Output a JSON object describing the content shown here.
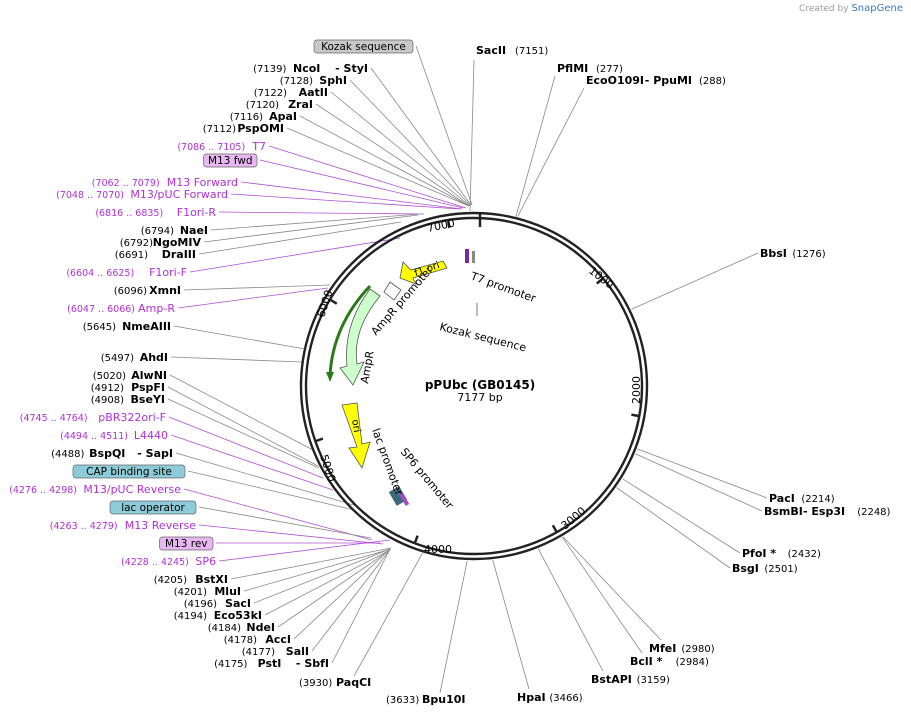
{
  "credit": {
    "prefix": "Created by",
    "brand": "SnapGene"
  },
  "plasmid": {
    "name": "pPUbc  (GB0145)",
    "size": "7177 bp"
  },
  "ticks": [
    {
      "label": "1000",
      "bp": 1000
    },
    {
      "label": "2000",
      "bp": 2000
    },
    {
      "label": "3000",
      "bp": 3000
    },
    {
      "label": "4000",
      "bp": 4000
    },
    {
      "label": "5000",
      "bp": 5000
    },
    {
      "label": "6000",
      "bp": 6000
    },
    {
      "label": "7000",
      "bp": 7000
    }
  ],
  "right_labels": [
    {
      "id": "sacii",
      "name": "SacII",
      "pos": "(7151)",
      "bp": 7151
    },
    {
      "id": "pflmi",
      "name": "PflMI",
      "pos": "(277)",
      "bp": 277
    },
    {
      "id": "eco109",
      "name": "EcoO109I",
      "suffix": "- PpuMI",
      "pos": "(288)",
      "bp": 288
    },
    {
      "id": "bbsi",
      "name": "BbsI",
      "pos": "(1276)",
      "bp": 1276
    },
    {
      "id": "paci",
      "name": "PacI",
      "pos": "(2214)",
      "bp": 2214
    },
    {
      "id": "bsmbi",
      "name": "BsmBI",
      "suffix": "- Esp3I",
      "pos": "(2248)",
      "bp": 2248
    },
    {
      "id": "pfoi",
      "name": "PfoI *",
      "pos": "(2432)",
      "bp": 2432
    },
    {
      "id": "bsgi",
      "name": "BsgI",
      "pos": "(2501)",
      "bp": 2501
    },
    {
      "id": "mfei",
      "name": "MfeI",
      "pos": "(2980)",
      "bp": 2980
    },
    {
      "id": "bcli",
      "name": "BclI *",
      "pos": "(2984)",
      "bp": 2984
    },
    {
      "id": "bstapi",
      "name": "BstAPI",
      "pos": "(3159)",
      "bp": 3159
    },
    {
      "id": "hpai",
      "name": "HpaI",
      "pos": "(3466)",
      "bp": 3466
    },
    {
      "id": "bpu10i",
      "name": "Bpu10I",
      "pos": "(3633)",
      "bp": 3633
    },
    {
      "id": "paqci",
      "name": "PaqCI",
      "pos": "(3930)",
      "bp": 3930
    }
  ],
  "left_labels": [
    {
      "id": "kozak-box",
      "box": "Kozak sequence",
      "bp": 7160
    },
    {
      "id": "ncoi",
      "name": "NcoI",
      "suffix": "- StyI",
      "pos": "(7139)",
      "bp": 7139
    },
    {
      "id": "sphi",
      "name": "SphI",
      "pos": "(7128)",
      "bp": 7128
    },
    {
      "id": "aatii",
      "name": "AatII",
      "pos": "(7122)",
      "bp": 7122
    },
    {
      "id": "zrai",
      "name": "ZraI",
      "pos": "(7120)",
      "bp": 7120
    },
    {
      "id": "apai",
      "name": "ApaI",
      "pos": "(7116)",
      "bp": 7116
    },
    {
      "id": "pspomi",
      "name": "PspOMI",
      "pos": "(7112)",
      "bp": 7112
    },
    {
      "id": "t7",
      "feat": "T7",
      "pos": "(7086 .. 7105)",
      "bp": 7095
    },
    {
      "id": "m13fwd",
      "boxp": "M13 fwd",
      "bp": 7070
    },
    {
      "id": "m13forward",
      "feat": "M13 Forward",
      "pos": "(7062 .. 7079)",
      "bp": 7070
    },
    {
      "id": "m13puc",
      "feat": "M13/pUC Forward",
      "pos": "(7048 .. 7070)",
      "bp": 7059
    },
    {
      "id": "f1orir",
      "feat": "F1ori-R",
      "pos": "(6816 .. 6835)",
      "bp": 6825
    },
    {
      "id": "naei",
      "name": "NaeI",
      "pos": "(6794)",
      "bp": 6794
    },
    {
      "id": "ngomiv",
      "name": "NgoMIV",
      "pos": "(6792)",
      "bp": 6792
    },
    {
      "id": "draiii",
      "name": "DraIII",
      "pos": "(6691)",
      "bp": 6691
    },
    {
      "id": "f1orif",
      "feat": "F1ori-F",
      "pos": "(6604 .. 6625)",
      "bp": 6614
    },
    {
      "id": "xmni",
      "name": "XmnI",
      "pos": "(6096)",
      "bp": 6096
    },
    {
      "id": "ampr",
      "feat": "Amp-R",
      "pos": "(6047 .. 6066)",
      "bp": 6056
    },
    {
      "id": "nmeaiii",
      "name": "NmeAIII",
      "pos": "(5645)",
      "bp": 5645
    },
    {
      "id": "ahdi",
      "name": "AhdI",
      "pos": "(5497)",
      "bp": 5497
    },
    {
      "id": "alwni",
      "name": "AlwNI",
      "pos": "(5020)",
      "bp": 5020
    },
    {
      "id": "pspfi",
      "name": "PspFI",
      "pos": "(4912)",
      "bp": 4912
    },
    {
      "id": "bseyi",
      "name": "BseYI",
      "pos": "(4908)",
      "bp": 4908
    },
    {
      "id": "pbr322",
      "feat": "pBR322ori-F",
      "pos": "(4745 .. 4764)",
      "bp": 4754
    },
    {
      "id": "l4440",
      "feat": "L4440",
      "pos": "(4494 .. 4511)",
      "bp": 4502
    },
    {
      "id": "bspqi",
      "name": "BspQI",
      "suffix": "- SapI",
      "pos": "(4488)",
      "bp": 4488
    },
    {
      "id": "cap",
      "boxb": "CAP binding site",
      "bp": 4450
    },
    {
      "id": "m13pucrev",
      "feat": "M13/pUC Reverse",
      "pos": "(4276 .. 4298)",
      "bp": 4287
    },
    {
      "id": "lacop",
      "boxb": "lac operator",
      "bp": 4300
    },
    {
      "id": "m13reverse",
      "feat": "M13 Reverse",
      "pos": "(4263 .. 4279)",
      "bp": 4271
    },
    {
      "id": "m13rev",
      "boxp": "M13 rev",
      "bp": 4271
    },
    {
      "id": "sp6",
      "feat": "SP6",
      "pos": "(4228 .. 4245)",
      "bp": 4236
    },
    {
      "id": "bstxi",
      "name": "BstXI",
      "pos": "(4205)",
      "bp": 4205
    },
    {
      "id": "mlui",
      "name": "MluI",
      "pos": "(4201)",
      "bp": 4201
    },
    {
      "id": "saci",
      "name": "SacI",
      "pos": "(4196)",
      "bp": 4196
    },
    {
      "id": "eco53ki",
      "name": "Eco53kI",
      "pos": "(4194)",
      "bp": 4194
    },
    {
      "id": "ndei",
      "name": "NdeI",
      "pos": "(4184)",
      "bp": 4184
    },
    {
      "id": "acci",
      "name": "AccI",
      "pos": "(4178)",
      "bp": 4178
    },
    {
      "id": "sali",
      "name": "SalI",
      "pos": "(4177)",
      "bp": 4177
    },
    {
      "id": "psti",
      "name": "PstI",
      "suffix": "- SbfI",
      "pos": "(4175)",
      "bp": 4175
    }
  ],
  "inner_labels": {
    "t7p": "T7 promoter",
    "kozak": "Kozak sequence",
    "amprp": "AmpR promoter",
    "ampr": "AmpR",
    "f1ori": "f1 ori",
    "ori": "ori",
    "lacp": "lac promoter",
    "sp6p": "SP6 promoter"
  },
  "colors": {
    "feature": "#b030d8",
    "yellow": "#ffff00",
    "green": "#ccffcc",
    "box_gray": "#c8c8c8",
    "box_pink": "#e8b6f0",
    "box_blue": "#8ecbd8"
  }
}
